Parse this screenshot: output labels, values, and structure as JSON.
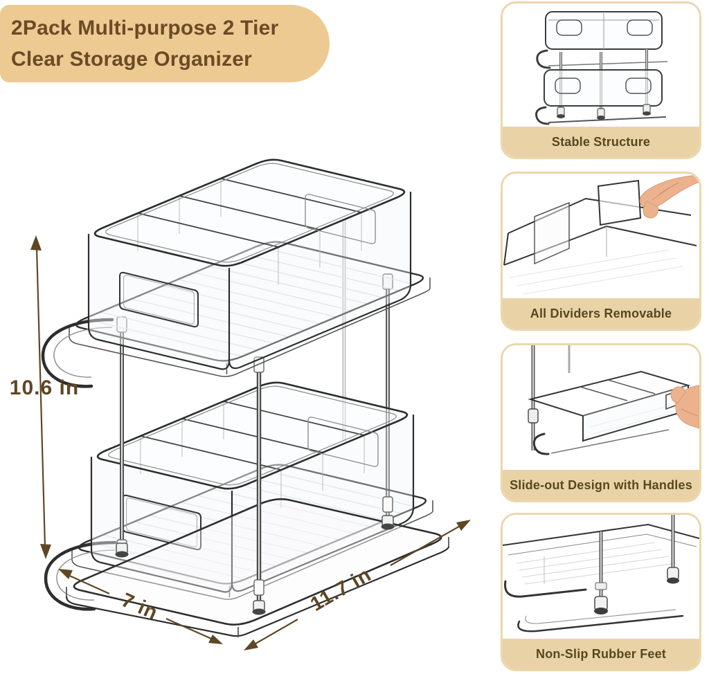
{
  "title": {
    "line1": "2Pack Multi-purpose 2 Tier",
    "line2": "Clear Storage Organizer"
  },
  "dimensions": {
    "height_label": "10.6 in",
    "depth_label": "7 in",
    "width_label": "11.7 in"
  },
  "features": [
    {
      "label": "Stable Structure"
    },
    {
      "label": "All Dividers Removable"
    },
    {
      "label": "Slide-out Design with Handles"
    },
    {
      "label": "Non-Slip Rubber Feet"
    }
  ],
  "colors": {
    "badge_bg": "#EDCA92",
    "badge_text": "#6B4A26",
    "card_border": "#ECD7AB",
    "card_footer_bg": "#E9D3A6",
    "card_footer_text": "#57471F",
    "dimension_text": "#5E4723",
    "drawing_stroke": "#2E2E2E",
    "hand_skin": "#ECB28E",
    "background": "#FFFFFF"
  }
}
